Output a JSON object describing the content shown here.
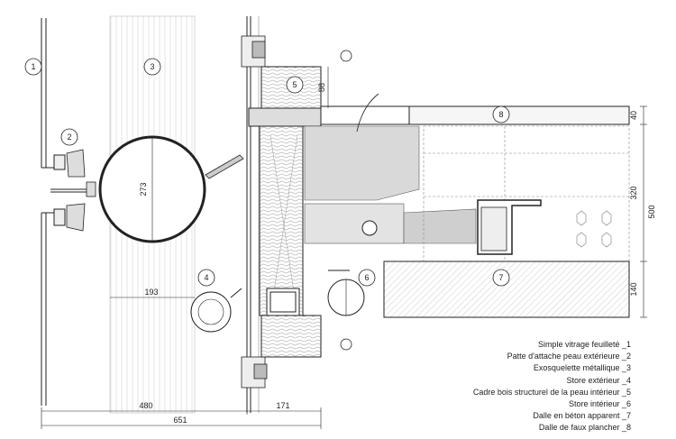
{
  "callouts": [
    "1",
    "2",
    "3",
    "4",
    "5",
    "6",
    "7",
    "8"
  ],
  "dimensions": {
    "tube_diameter": "273",
    "offset_193": "193",
    "width_480": "480",
    "width_651": "651",
    "width_171": "171",
    "height_88": "88",
    "height_40": "40",
    "height_320": "320",
    "height_500": "500",
    "height_140": "140"
  },
  "legend": [
    "Simple vitrage feuilleté _1",
    "Patte d'attache peau extérieure _2",
    "Exosquelette métallique _3",
    "Store extérieur _4",
    "Cadre bois structurel de la peau intérieur _5",
    "Store intérieur _6",
    "Dalle en béton apparent _7",
    "Dalle de faux plancher _8"
  ],
  "colors": {
    "line": "#222222",
    "grey_fill": "#d9d9d9",
    "light_fill": "#eeeeee"
  }
}
